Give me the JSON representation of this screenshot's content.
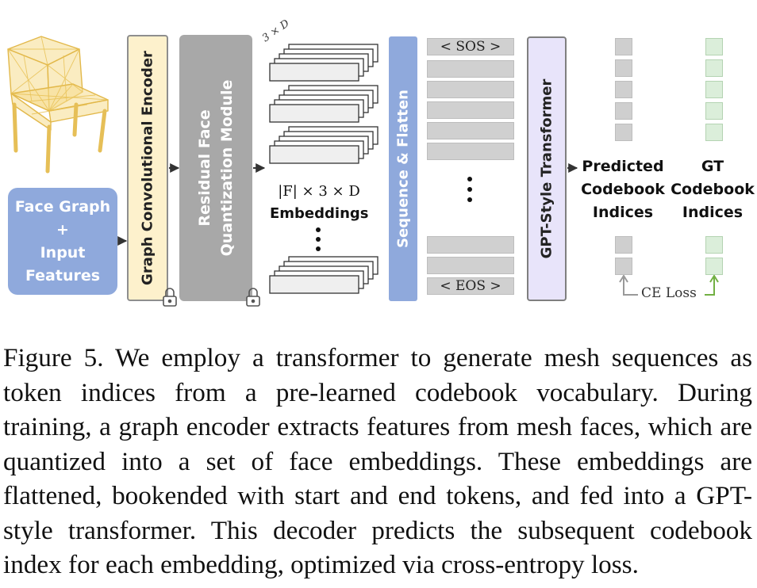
{
  "figure": {
    "input_block": {
      "lines": [
        "Face Graph",
        "+",
        "Input",
        "Features"
      ]
    },
    "encoder_label": "Graph Convolutional Encoder",
    "quantizer_lines": [
      "Residual Face",
      "Quantization Module"
    ],
    "embeddings_dim_label": "3 × D",
    "embeddings_label": {
      "line1": "|F| × 3 × D",
      "line2": "Embeddings"
    },
    "flatten_label": "Sequence & Flatten",
    "sos_token": "< SOS >",
    "eos_token": "< EOS >",
    "transformer_label": "GPT-Style Transformer",
    "predicted_label": [
      "Predicted",
      "Codebook",
      "Indices"
    ],
    "gt_label": [
      "GT",
      "Codebook",
      "Indices"
    ],
    "loss_label": "CE Loss",
    "icons": [
      "lock-icon",
      "lock-icon"
    ],
    "colors": {
      "blue_block": "#8fa9dc",
      "encoder_fill": "#fdf1cc",
      "quantizer_fill": "#a8a8a8",
      "transformer_fill": "#e8e4fa",
      "chair_wire": "#e8c154",
      "gt_green": "#dbeeda",
      "loss_arrow_green": "#72b043"
    }
  },
  "caption": "Figure 5.  We employ a transformer to generate mesh sequences as token indices from a pre-learned codebook vocabulary. During training, a graph encoder extracts features from mesh faces, which are quantized into a set of face embeddings. These embeddings are flattened, bookended with start and end tokens, and fed into a GPT-style transformer. This decoder predicts the subsequent codebook index for each embedding, optimized via cross-entropy loss."
}
